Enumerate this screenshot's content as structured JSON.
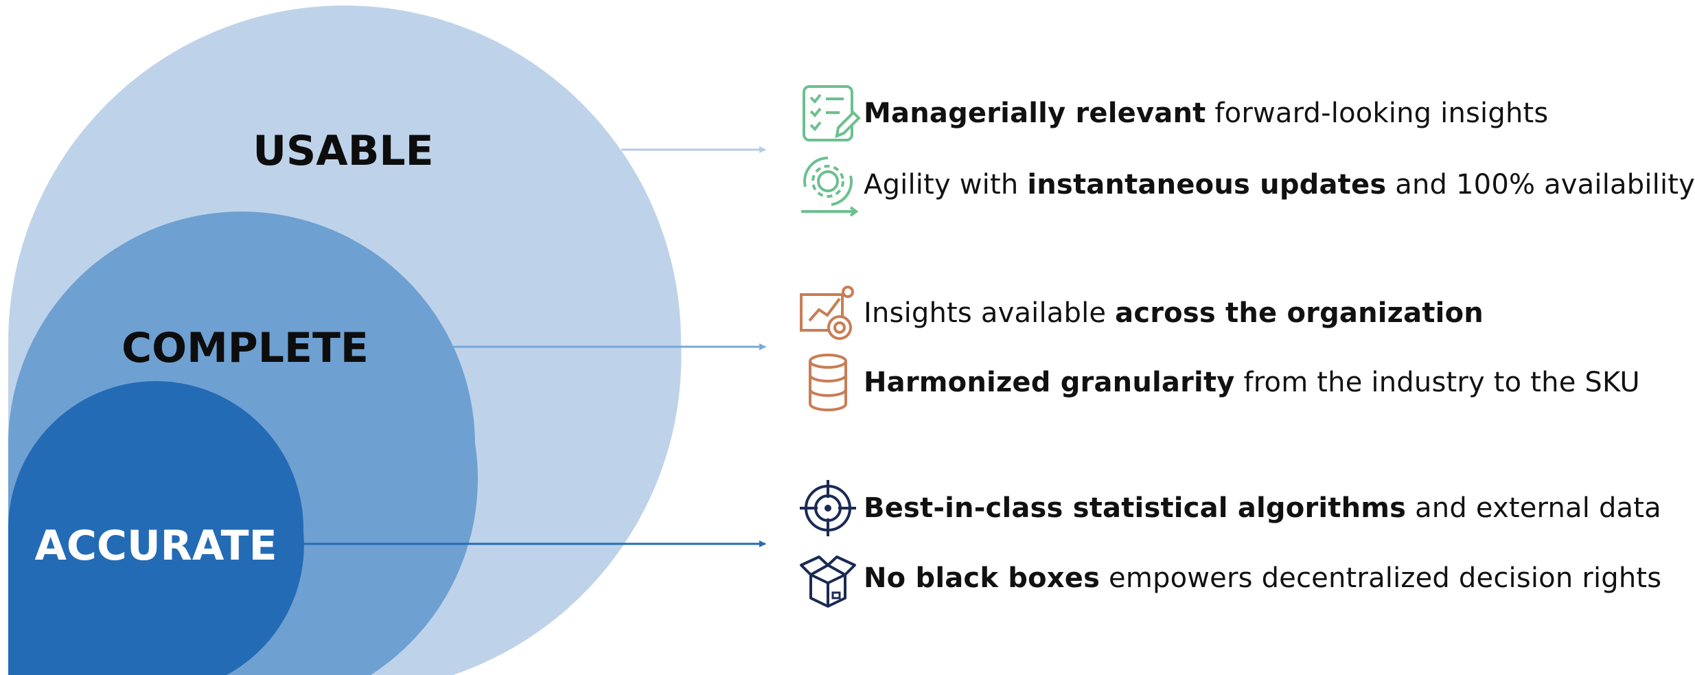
{
  "colors": {
    "usable": "#bed3ea",
    "complete": "#6fa0d2",
    "accurate": "#246bb6",
    "usable_arrow": "#b4cde8",
    "complete_arrow": "#7aa8d8",
    "accurate_arrow": "#246bb6",
    "green_icon": "#6cc08e",
    "orange_icon": "#c97d55",
    "navy_icon": "#1a2a55",
    "text": "#111111"
  },
  "rings": {
    "usable": {
      "label": "USABLE"
    },
    "complete": {
      "label": "COMPLETE"
    },
    "accurate": {
      "label": "ACCURATE"
    }
  },
  "groups": {
    "usable": {
      "items": [
        {
          "icon": "checklist-pencil-icon",
          "bold": "Managerially relevant",
          "rest": " forward-looking insights"
        },
        {
          "prefix": "Agility with ",
          "icon": "gear-cycle-icon",
          "bold": "instantaneous updates",
          "rest": " and 100% availability"
        }
      ]
    },
    "complete": {
      "items": [
        {
          "prefix": "Insights available ",
          "icon": "dashboard-chart-icon",
          "bold": "across the organization",
          "rest": ""
        },
        {
          "icon": "database-icon",
          "bold": "Harmonized granularity",
          "rest": " from the industry to the SKU"
        }
      ]
    },
    "accurate": {
      "items": [
        {
          "icon": "target-crosshair-icon",
          "bold": "Best-in-class statistical algorithms",
          "rest": " and external data"
        },
        {
          "icon": "open-box-icon",
          "bold": "No black boxes",
          "rest": " empowers decentralized decision rights"
        }
      ]
    }
  }
}
